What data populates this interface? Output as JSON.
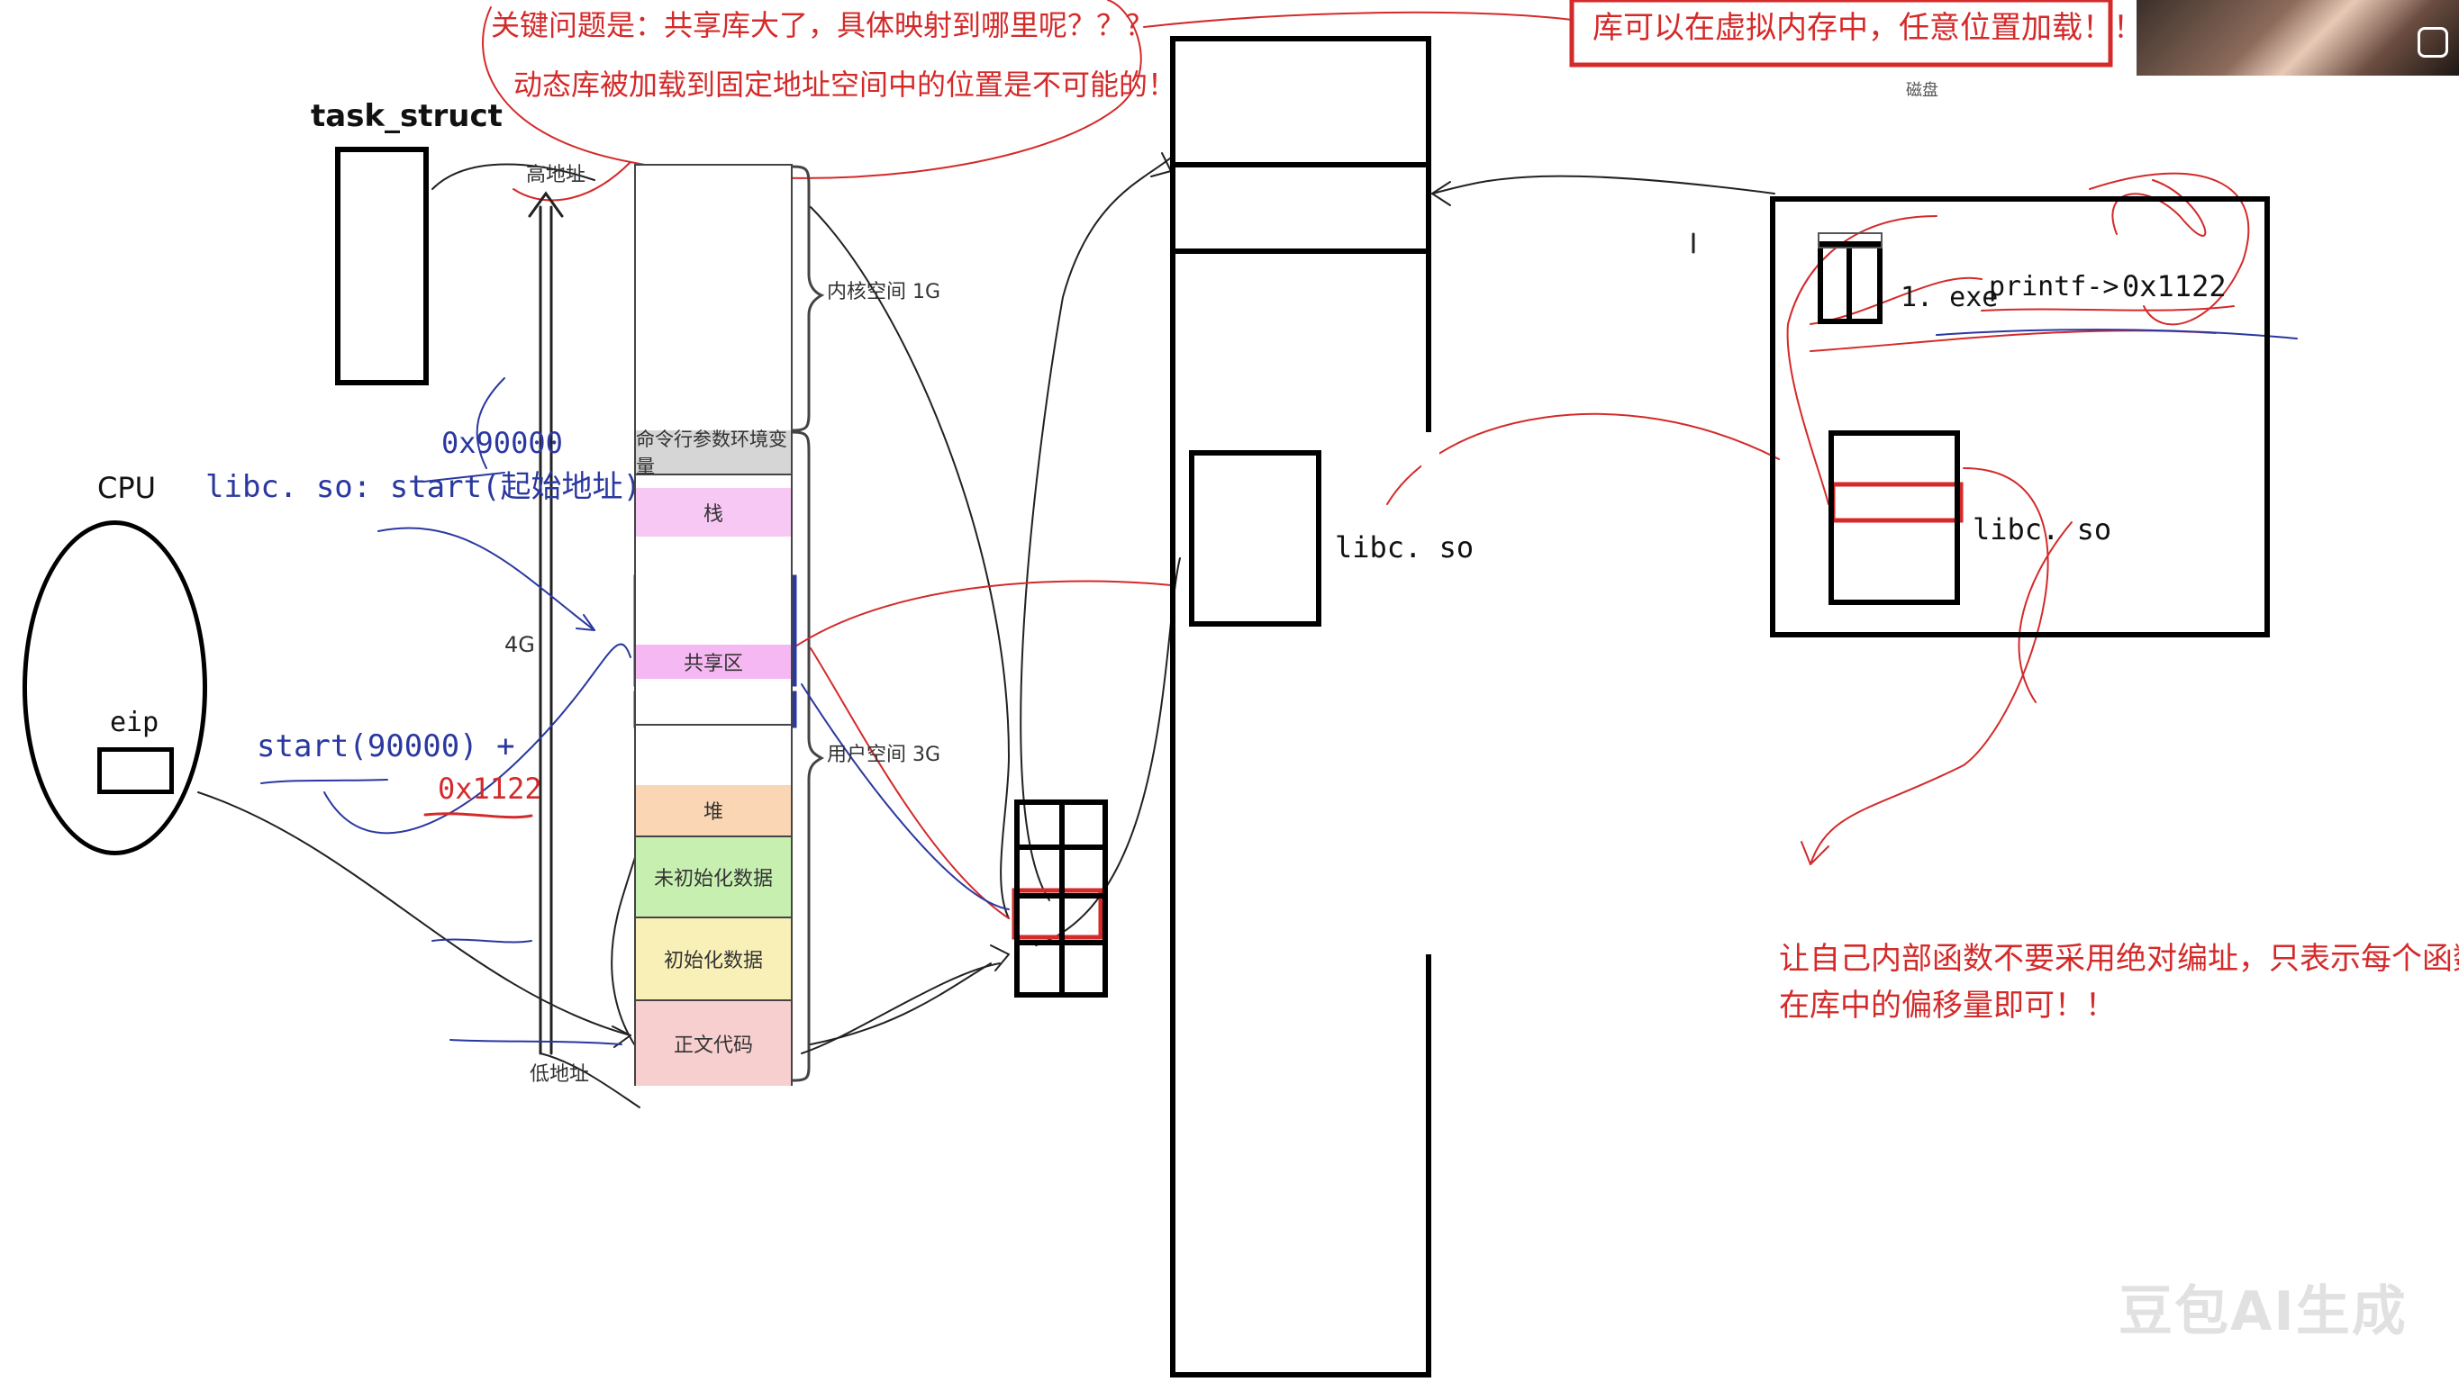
{
  "annotations": {
    "question_line1": "关键问题是：共享库大了，具体映射到哪里呢？？？",
    "question_line2": "动态库被加载到固定地址空间中的位置是不可能的！",
    "top_right_note": "库可以在虚拟内存中，任意位置加载！！",
    "bottom_note_line1": "让自己内部函数不要采用绝对编址，只表示每个函数",
    "bottom_note_line2": "在库中的偏移量即可！！"
  },
  "labels": {
    "task_struct": "task_struct",
    "cpu": "CPU",
    "eip": "eip",
    "addr_90000": "0x90000",
    "libc_start": "libc. so: start(起始地址)",
    "start_expr": "start(90000) +",
    "offset_1122": "0x1122",
    "high_addr": "高地址",
    "low_addr": "低地址",
    "size_4g": "4G",
    "kernel_space": "内核空间 1G",
    "user_space": "用户空间 3G",
    "libc_so_mem": "libc. so",
    "disk_title": "磁盘",
    "exe_label": "1. exe",
    "printf_label": "printf->",
    "printf_addr": "0x1122",
    "libc_so_disk": "libc. so"
  },
  "segments": [
    {
      "name": "cmdline-env",
      "label": "命令行参数环境变量",
      "color": "#d6d6d6"
    },
    {
      "name": "stack",
      "label": "栈",
      "color": "#f8c8f4"
    },
    {
      "name": "gap-top",
      "label": "",
      "color": "#ffffff"
    },
    {
      "name": "shared",
      "label": "共享区",
      "color": "#f6b8f2"
    },
    {
      "name": "gap-bottom",
      "label": "",
      "color": "#ffffff"
    },
    {
      "name": "heap",
      "label": "堆",
      "color": "#fad6b4"
    },
    {
      "name": "bss",
      "label": "未初始化数据",
      "color": "#c6efb0"
    },
    {
      "name": "data",
      "label": "初始化数据",
      "color": "#f9f0b8"
    },
    {
      "name": "text",
      "label": "正文代码",
      "color": "#f8cfcf"
    }
  ],
  "watermark": "豆包AI生成",
  "colors": {
    "ink_red": "#d42a2a",
    "ink_blue": "#2a38a0",
    "ink_black": "#111111"
  }
}
